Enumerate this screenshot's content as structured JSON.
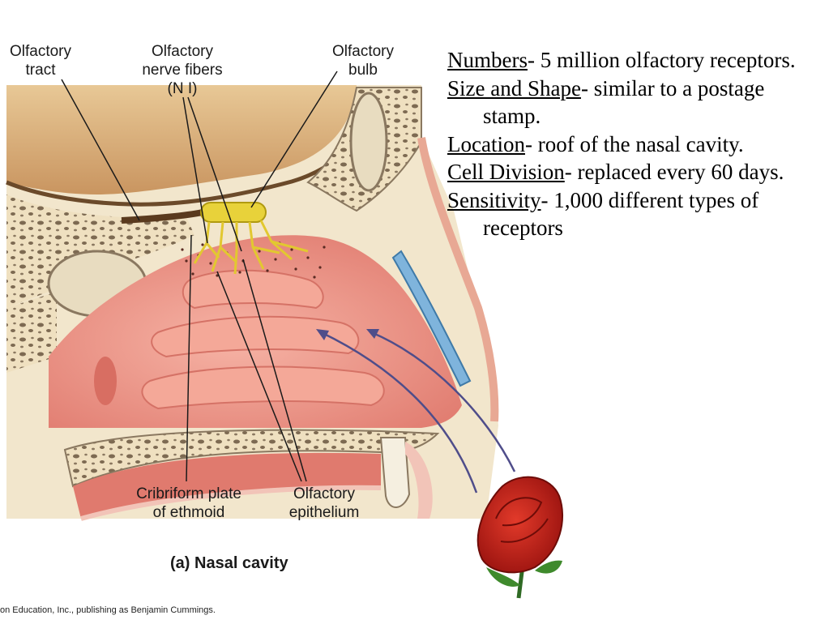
{
  "labels": {
    "olfactory_tract": "Olfactory\ntract",
    "olfactory_nerve_fibers": "Olfactory\nnerve fibers\n(N I)",
    "olfactory_bulb": "Olfactory\nbulb",
    "cribriform_plate": "Cribriform plate\nof ethmoid",
    "olfactory_epithelium": "Olfactory\nepithelium"
  },
  "caption": "(a) Nasal cavity",
  "credit": "on Education, Inc., publishing as Benjamin Cummings.",
  "facts": [
    {
      "key": "Numbers",
      "text": "- 5 million olfactory receptors."
    },
    {
      "key": "Size and Shape",
      "text": "- similar to a postage stamp."
    },
    {
      "key": "Location",
      "text": "- roof of the nasal cavity."
    },
    {
      "key": "Cell Division",
      "text": "- replaced every 60 days."
    },
    {
      "key": "Sensitivity",
      "text": "- 1,000 different types of receptors"
    }
  ],
  "colors": {
    "mucosa": "#e8847a",
    "mucosa_light": "#f4aa9c",
    "bone": "#f0e2c4",
    "bone_dark": "#c9b28a",
    "brain": "#d9ad78",
    "nerve": "#e8d23a",
    "cartilage": "#7fb4dc",
    "rose": "#c8261c",
    "arrow": "#4f4d8a"
  }
}
